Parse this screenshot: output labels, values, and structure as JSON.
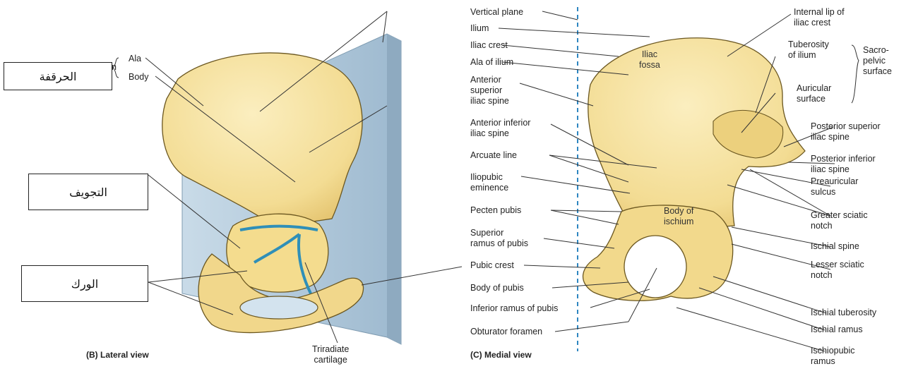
{
  "lateral_view": {
    "title": "(B) Lateral view",
    "labels": {
      "ala": "Ala",
      "body": "Body",
      "clipped_n": "n",
      "triradiate": "Triradiate\ncartilage"
    }
  },
  "medial_view": {
    "title": "(C) Medial view",
    "left_labels": [
      "Vertical plane",
      "Ilium",
      "Iliac crest",
      "Ala of ilium",
      "Anterior\nsuperior\niliac spine",
      "Anterior inferior\niliac spine",
      "Arcuate line",
      "Iliopubic\neminence",
      "Pecten pubis",
      "Superior\nramus of pubis",
      "Pubic crest",
      "Body of pubis",
      "Inferior ramus of pubis",
      "Obturator foramen"
    ],
    "right_labels": [
      "Internal lip of\niliac crest",
      "Tuberosity\nof ilium",
      "Sacro-\npelvic\nsurface",
      "Auricular\nsurface",
      "Posterior superior\niliac spine",
      "Posterior inferior\niliac spine",
      "Preauricular\nsulcus",
      "Greater sciatic\nnotch",
      "Ischial spine",
      "Lesser sciatic\nnotch",
      "Ischial tuberosity",
      "Ischial ramus",
      "Ischiopubic\nramus"
    ],
    "on_bone_labels": {
      "iliac_fossa": "Iliac\nfossa",
      "body_of_ischium": "Body of\nischium"
    }
  },
  "arabic_boxes": {
    "ilium": "الحرقفة",
    "acetabulum": "التجويف",
    "hip": "الورك"
  },
  "colors": {
    "bone_fill": "#f6e3a1",
    "bone_shade": "#e6c873",
    "bone_outline": "#5a4a1c",
    "plane": "#b9cfe0",
    "cartilage": "#2f8fb8",
    "dashed_plane_line": "#2e86c1"
  }
}
